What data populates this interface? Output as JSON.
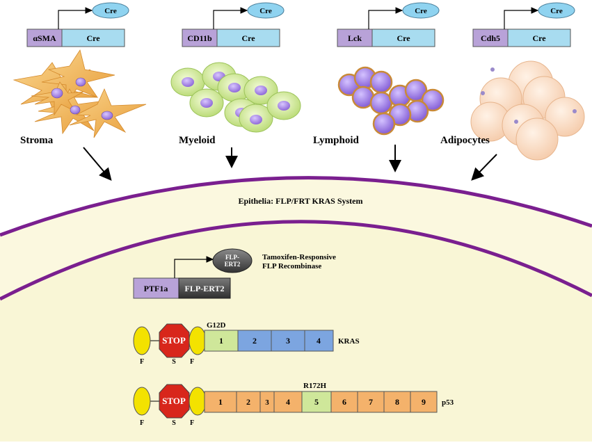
{
  "promoters": [
    {
      "promoter": "αSMA",
      "gene": "Cre",
      "product": "Cre"
    },
    {
      "promoter": "CD11b",
      "gene": "Cre",
      "product": "Cre"
    },
    {
      "promoter": "Lck",
      "gene": "Cre",
      "product": "Cre"
    },
    {
      "promoter": "Cdh5",
      "gene": "Cre",
      "product": "Cre"
    }
  ],
  "cells": {
    "stroma": "Stroma",
    "myeloid": "Myeloid",
    "lymphoid": "Lymphoid",
    "adipocytes": "Adipocytes"
  },
  "epithelia_label": "Epithelia: FLP/FRT KRAS System",
  "flp": {
    "promoter": "PTF1a",
    "gene": "FLP-ERT2",
    "product_line1": "FLP-",
    "product_line2": "ERT2",
    "desc_line1": "Tamoxifen-Responsive",
    "desc_line2": "FLP Recombinase"
  },
  "kras": {
    "stop": "STOP",
    "frt_left": "F",
    "stop_label": "S",
    "frt_right": "F",
    "mutation": "G12D",
    "exons": [
      "1",
      "2",
      "3",
      "4"
    ],
    "gene": "KRAS"
  },
  "p53": {
    "stop": "STOP",
    "frt_left": "F",
    "stop_label": "S",
    "frt_right": "F",
    "mutation": "R172H",
    "exons": [
      "1",
      "2",
      "3",
      "4",
      "5",
      "6",
      "7",
      "8",
      "9"
    ],
    "gene": "p53"
  },
  "colors": {
    "promoter_box": "#b8a2d8",
    "cre_box": "#a8dcf0",
    "cre_oval": "#8fd3f0",
    "cell_area": "#fbf8df",
    "membrane": "#7a1f8f",
    "frt": "#f3e200",
    "stop": "#d8261b",
    "exon_green": "#cfe79a",
    "exon_blue": "#7ca5e0",
    "exon_orange": "#f4b26b"
  }
}
